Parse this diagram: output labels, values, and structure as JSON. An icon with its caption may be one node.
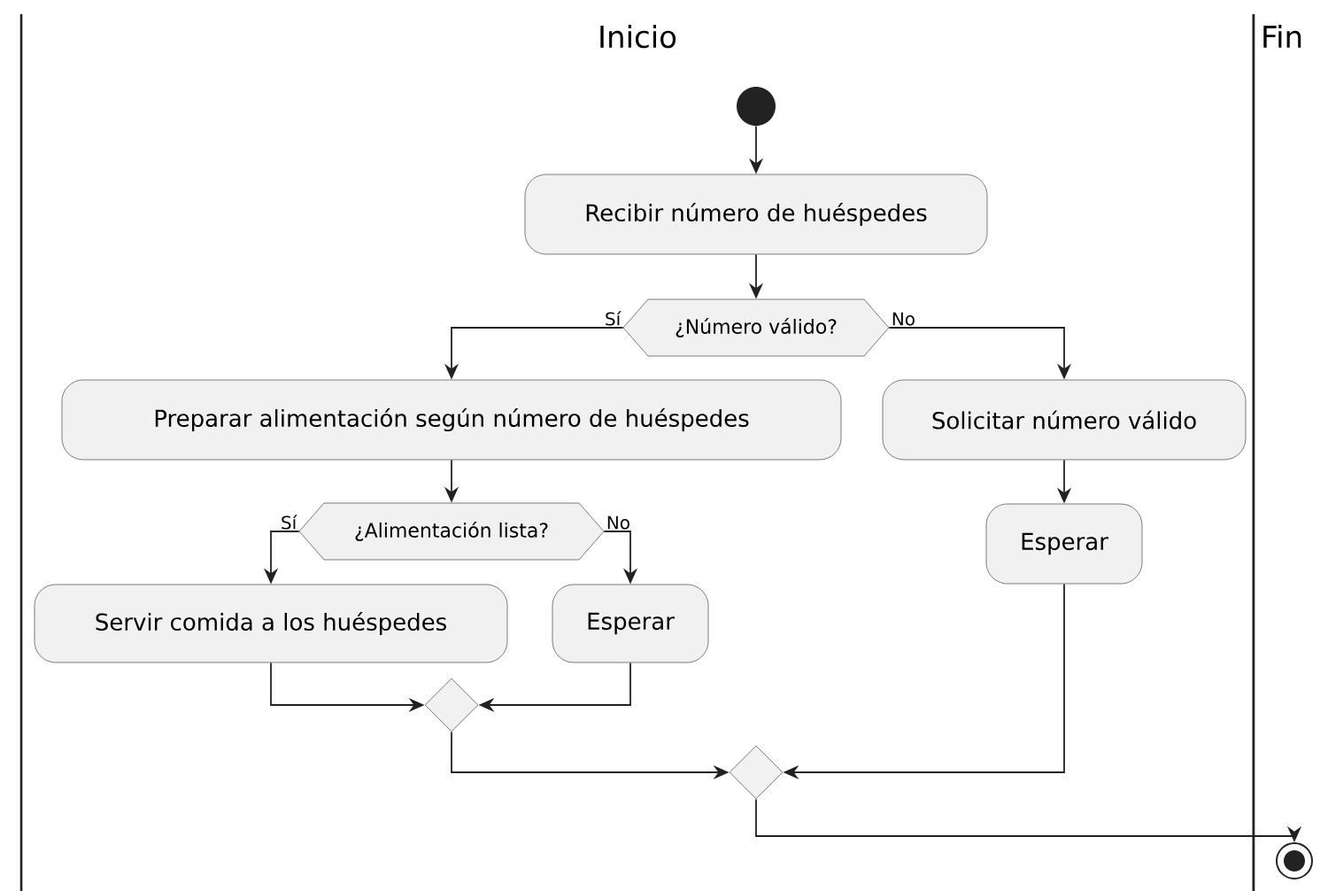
{
  "diagram": {
    "nodes": [
      {
        "text": [
          "Inicio"
        ]
      },
      {
        "text": [
          "Fin"
        ]
      },
      {
        "text": [],
        "shape": "circle",
        "in": 0
      },
      {
        "text": [
          "Recibir número de huéspedes"
        ],
        "in": 0
      },
      {
        "text": [
          "¿Número válido?"
        ],
        "in": 0
      },
      {
        "text": [
          "Preparar alimentación según número de huéspedes"
        ],
        "in": 0
      },
      {
        "text": [
          "Solicitar número válido"
        ],
        "in": 0
      },
      {
        "text": [
          "¿Alimentación lista?"
        ],
        "in": 0
      },
      {
        "text": [
          "Esperar"
        ],
        "in": 0
      },
      {
        "text": [
          "Servir comida a los huéspedes"
        ],
        "in": 0
      },
      {
        "text": [
          "Esperar"
        ],
        "in": 0
      },
      {
        "text": [],
        "shape": "diamond",
        "in": 0
      },
      {
        "text": [],
        "shape": "diamond",
        "in": 0
      },
      {
        "text": [],
        "shape": "bullseye",
        "in": 1
      }
    ],
    "edges": [
      {
        "from": 2,
        "to": 3,
        "arrow": "to"
      },
      {
        "from": 3,
        "to": 4,
        "arrow": "to"
      },
      {
        "from": 4,
        "to": 5,
        "arrow": "to",
        "label": "Sí"
      },
      {
        "from": 4,
        "to": 6,
        "arrow": "to",
        "label": "No"
      },
      {
        "from": 5,
        "to": 7,
        "arrow": "to"
      },
      {
        "from": 6,
        "to": 8,
        "arrow": "to"
      },
      {
        "from": 7,
        "to": 9,
        "arrow": "to",
        "label": "Sí"
      },
      {
        "from": 7,
        "to": 10,
        "arrow": "to",
        "label": "No"
      },
      {
        "from": 9,
        "to": 11,
        "arrow": "to"
      },
      {
        "from": 10,
        "to": 11,
        "arrow": "to"
      },
      {
        "from": 11,
        "to": 12,
        "arrow": "to"
      },
      {
        "from": 8,
        "to": 12,
        "arrow": "to"
      },
      {
        "from": 12,
        "to": 13,
        "arrow": "to"
      }
    ]
  }
}
